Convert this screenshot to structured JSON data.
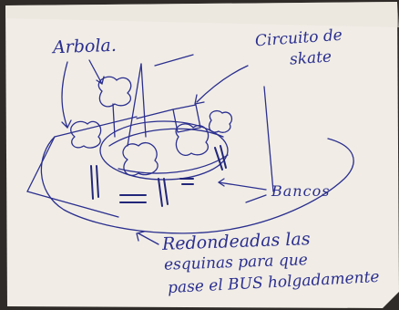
{
  "labels": {
    "trees": "Arbola.",
    "skate_circuit_line1": "Circuito de",
    "skate_circuit_line2": "skate",
    "benches": "Bancos",
    "note_line1": "Redondeadas las",
    "note_line2": "esquinas para que",
    "note_line3": "pase el BUS holgadamente"
  },
  "colors": {
    "paper": "#f1ede6",
    "ink": "#2b2f8f",
    "table": "#2f2b28"
  }
}
